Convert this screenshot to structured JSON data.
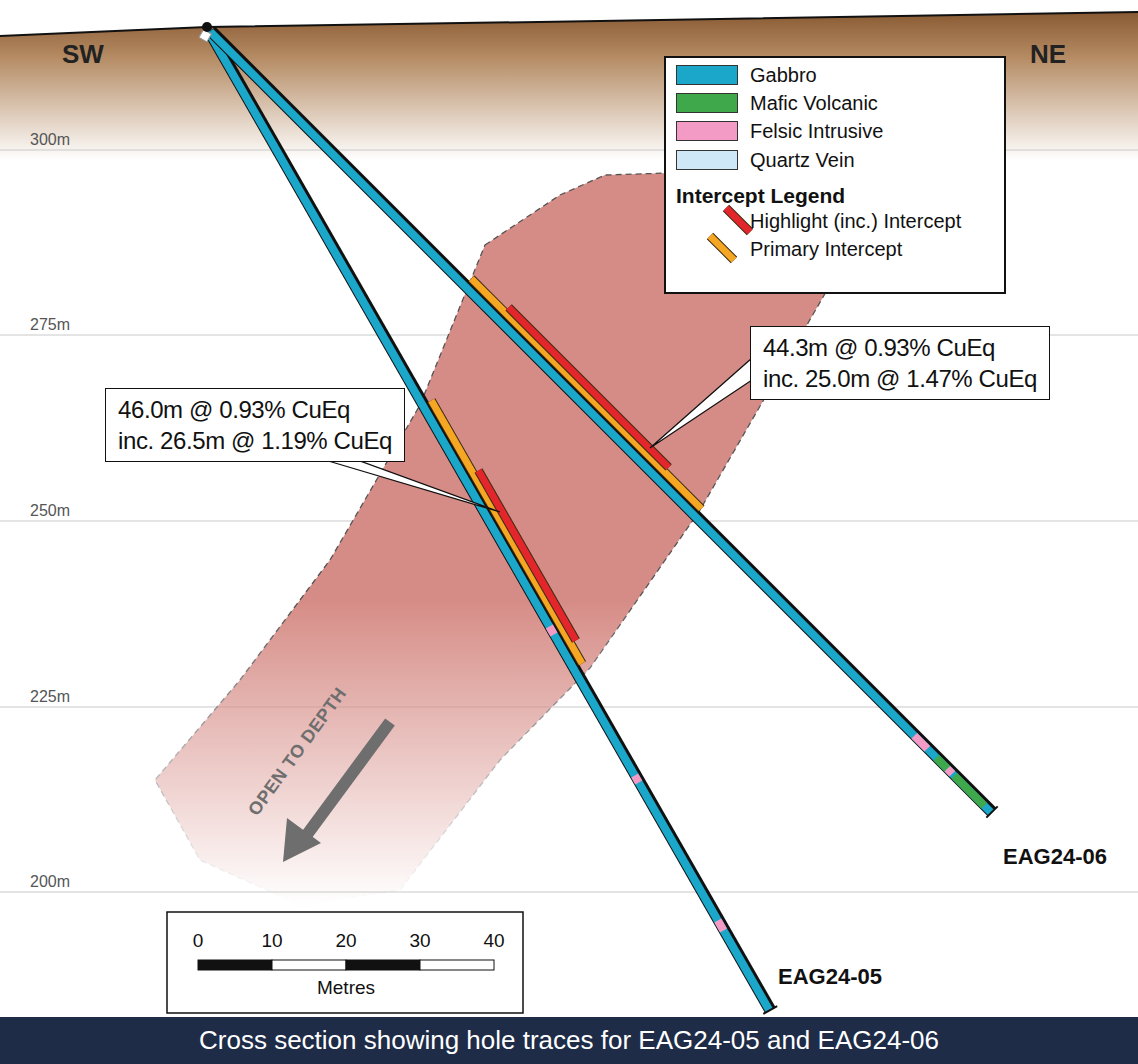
{
  "diagram": {
    "caption": "Cross section showing hole traces for EAG24-05 and EAG24-06",
    "nodes": [
      {
        "text": [
          "46.0m @ 0.93% CuEq",
          "inc. 26.5m @ 1.19% CuEq"
        ]
      },
      {
        "text": [
          "44.3m @ 0.93% CuEq",
          "inc. 25.0m @ 1.47% CuEq"
        ]
      }
    ],
    "labels": [
      "SW",
      "NE",
      "300m",
      "275m",
      "250m",
      "225m",
      "200m",
      "OPEN TO DEPTH",
      "EAG24-06",
      "EAG24-05",
      "0",
      "10",
      "20",
      "30",
      "40",
      "Metres",
      "Intercept Legend"
    ],
    "legend": [
      {
        "text": "Gabbro",
        "color": "#1aa7c9"
      },
      {
        "text": "Mafic Volcanic",
        "color": "#3fa84a"
      },
      {
        "text": "Felsic Intrusive",
        "color": "#f39bc5"
      },
      {
        "text": "Quartz Vein",
        "color": "#cfe8f7"
      },
      {
        "text": "Highlight (inc.) Intercept"
      },
      {
        "text": "Primary Intercept"
      }
    ]
  }
}
